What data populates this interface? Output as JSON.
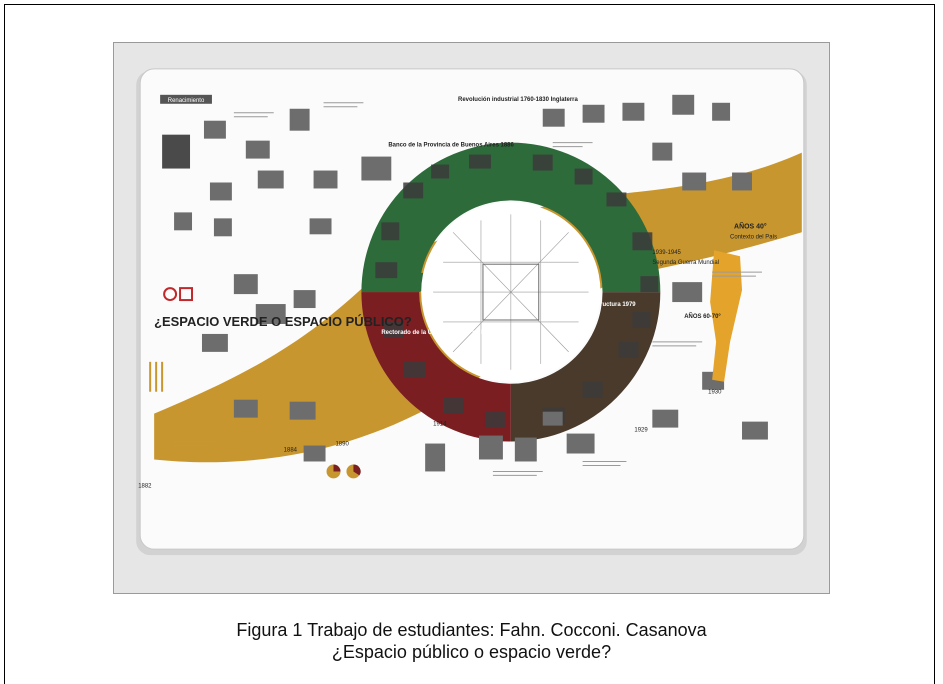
{
  "poster": {
    "header_label": "Renacimiento",
    "title_industrial": "Revolución industrial 1760-1830 Inglaterra",
    "title_bank": "Banco de la Provincia de Buenos Aires 1886",
    "title_rectorado": "Rectorado de la Universidad de La Plata",
    "title_infra": "Proyecto de infraestructura 1979",
    "title_decade_40": "AÑOS 40°",
    "subtitle_context": "Contexto del País",
    "title_decade_60": "AÑOS 60-70°",
    "label_1939": "1939-1945",
    "label_ww2": "Segunda Guerra Mundial",
    "question": "¿ESPACIO VERDE O ESPACIO PÚBLICO?",
    "year_1882": "1882",
    "year_1884": "1884",
    "year_1890": "1890",
    "year_1914": "1914",
    "year_1929": "1929",
    "year_1930": "1930",
    "colors": {
      "green": "#2e6b3a",
      "ochre": "#c8962e",
      "maroon": "#7a1e22",
      "brown": "#4a3a2c",
      "accent_red": "#c0282c"
    }
  },
  "caption": {
    "line1": "Figura 1 Trabajo de estudiantes: Fahn. Cocconi. Casanova",
    "line2": "¿Espacio público o espacio verde?"
  }
}
